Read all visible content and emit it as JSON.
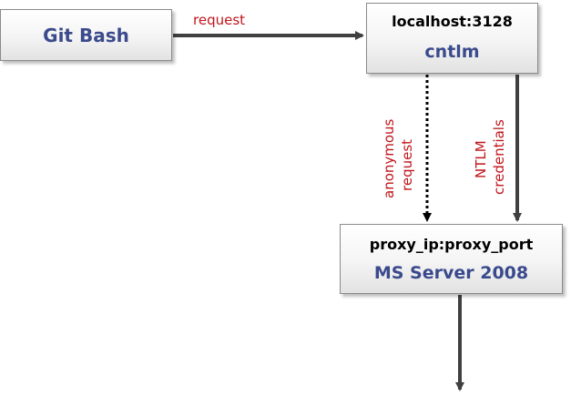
{
  "nodes": {
    "git_bash": {
      "title": "Git Bash"
    },
    "cntlm": {
      "address": "localhost:3128",
      "title": "cntlm"
    },
    "ms_server": {
      "address": "proxy_ip:proxy_port",
      "title": "MS Server 2008"
    }
  },
  "edges": {
    "request": {
      "label": "request"
    },
    "anonymous": {
      "label_line1": "anonymous",
      "label_line2": "request",
      "style": "dotted"
    },
    "ntlm": {
      "label_line1": "NTLM",
      "label_line2": "credentials",
      "style": "solid"
    }
  },
  "colors": {
    "title_blue": "#3a4a8c",
    "label_red": "#c0151b",
    "arrow_gray": "#404040"
  }
}
